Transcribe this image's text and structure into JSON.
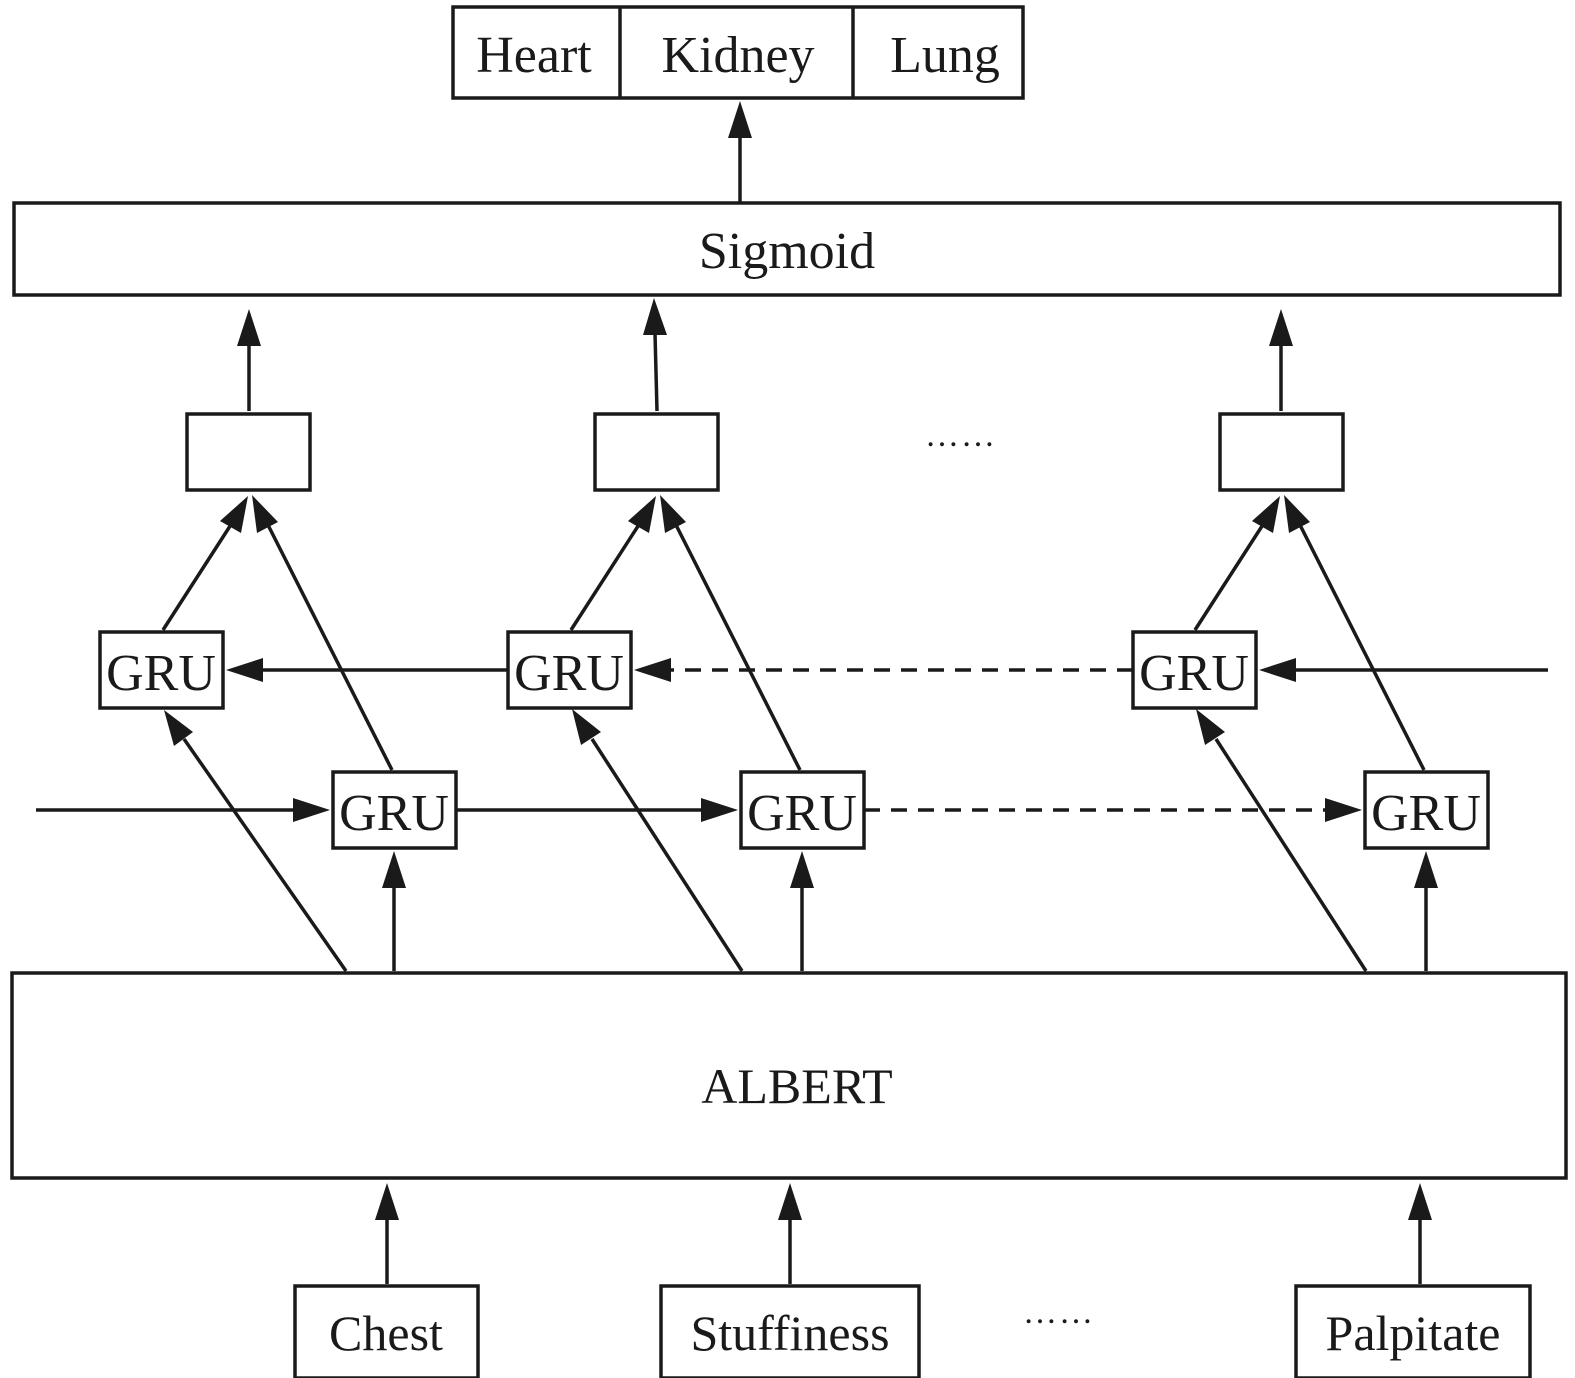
{
  "outputs": {
    "heart": "Heart",
    "kidney": "Kidney",
    "lung": "Lung"
  },
  "sigmoid_label": "Sigmoid",
  "gru_label": "GRU",
  "albert_label": "ALBERT",
  "ellipsis": "……",
  "inputs": {
    "chest": "Chest",
    "stuffiness": "Stuffiness",
    "palpitate": "Palpitate"
  }
}
